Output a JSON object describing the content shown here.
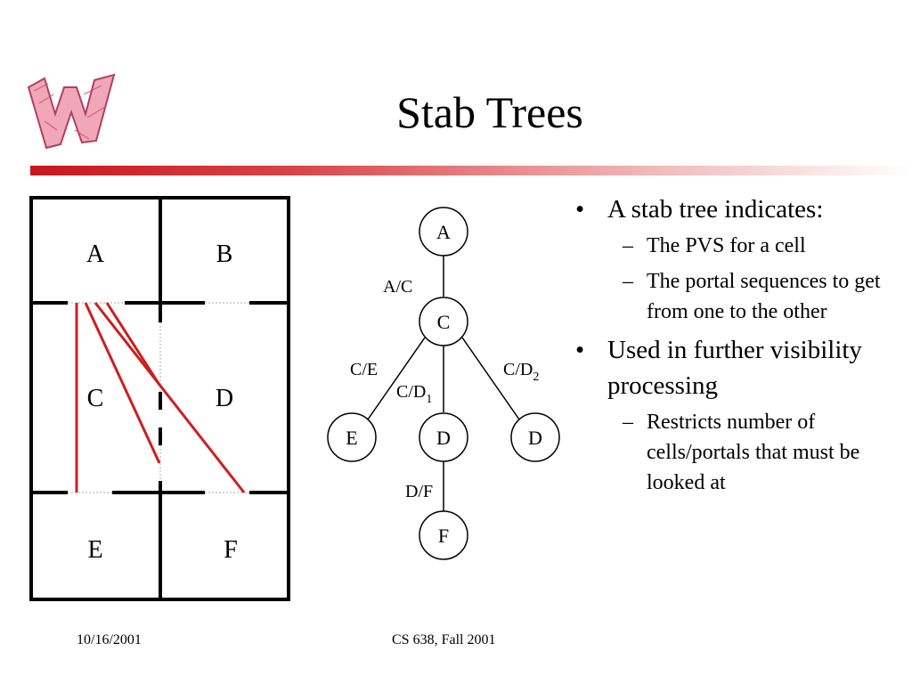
{
  "slide": {
    "title": "Stab Trees",
    "footer_date": "10/16/2001",
    "footer_course": "CS 638, Fall 2001"
  },
  "logo": {
    "icon": "w-logo-icon",
    "color": "#e47a94"
  },
  "colors": {
    "accent": "#c8161d",
    "sight_lines": "#cc1f1f",
    "walls": "#000000"
  },
  "grid": {
    "cells": [
      "A",
      "B",
      "C",
      "D",
      "E",
      "F"
    ]
  },
  "tree": {
    "nodes": {
      "a": "A",
      "c": "C",
      "e": "E",
      "d1": "D",
      "d2": "D",
      "f": "F"
    },
    "edges": {
      "ac": "A/C",
      "ce": "C/E",
      "cd1": "C/D",
      "cd1_sub": "1",
      "cd2": "C/D",
      "cd2_sub": "2",
      "df": "D/F"
    }
  },
  "bullets": [
    {
      "text": "A stab tree indicates:",
      "subs": [
        "The PVS for a cell",
        "The portal sequences to get from one to the other"
      ]
    },
    {
      "text": "Used in further visibility processing",
      "subs": [
        "Restricts number of cells/portals that must be looked at"
      ]
    }
  ]
}
